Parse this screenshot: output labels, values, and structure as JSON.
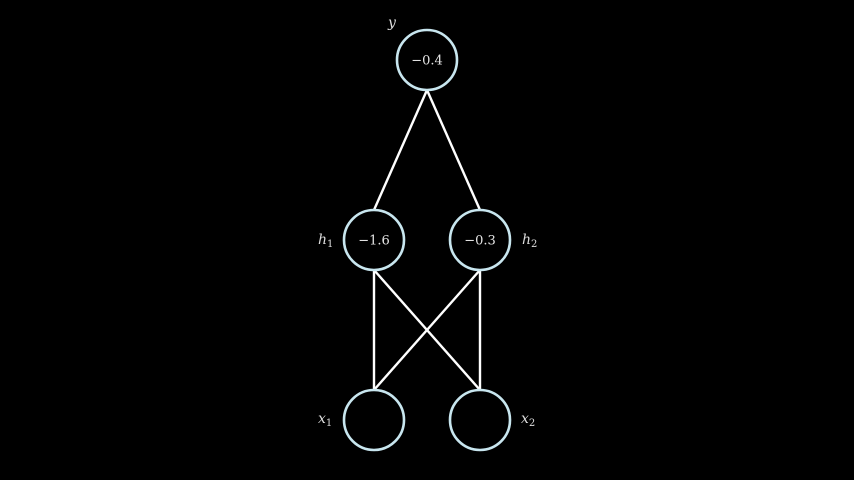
{
  "colors": {
    "background": "#000000",
    "edge": "#ffffff",
    "node_stroke": "#c8e6ef",
    "text": "#e6e6e6"
  },
  "nodes": {
    "y": {
      "label": "y",
      "subscript": "",
      "value": "−0.4"
    },
    "h1": {
      "label": "h",
      "subscript": "1",
      "value": "−1.6"
    },
    "h2": {
      "label": "h",
      "subscript": "2",
      "value": "−0.3"
    },
    "x1": {
      "label": "x",
      "subscript": "1",
      "value": ""
    },
    "x2": {
      "label": "x",
      "subscript": "2",
      "value": ""
    }
  },
  "edges": [
    {
      "from": "h1",
      "to": "y"
    },
    {
      "from": "h2",
      "to": "y"
    },
    {
      "from": "x1",
      "to": "h1"
    },
    {
      "from": "x1",
      "to": "h2"
    },
    {
      "from": "x2",
      "to": "h1"
    },
    {
      "from": "x2",
      "to": "h2"
    }
  ]
}
